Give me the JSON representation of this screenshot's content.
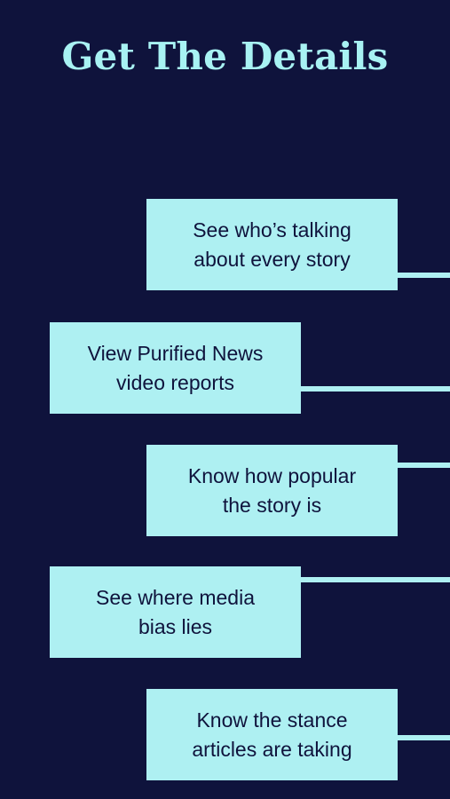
{
  "title": "Get The Details",
  "features": [
    {
      "text": "See who’s talking\nabout every story"
    },
    {
      "text": "View Purified News\nvideo reports"
    },
    {
      "text": "Know how popular\nthe story is"
    },
    {
      "text": "See where media\nbias lies"
    },
    {
      "text": "Know the stance\narticles are taking"
    }
  ],
  "colors": {
    "background": "#0f133c",
    "accent": "#aef0f2",
    "title": "#a8f2f3"
  }
}
